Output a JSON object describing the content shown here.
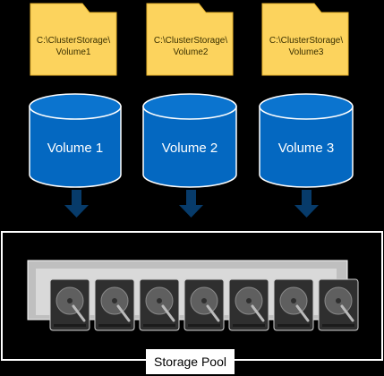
{
  "colors": {
    "folder_fill": "#fcd35d",
    "folder_stroke": "#e9b52e",
    "volume_fill": "#0468c1",
    "volume_top": "#0b74cf",
    "volume_stroke": "#ffffff",
    "arrow": "#073b6a",
    "pool_border": "#ffffff",
    "disk_body": "#2f2f2f",
    "disk_platter": "#666666",
    "bay_fill": "#d9d9d9"
  },
  "folders": [
    {
      "path_line1": "C:\\ClusterStorage\\",
      "path_line2": "Volume1"
    },
    {
      "path_line1": "C:\\ClusterStorage\\",
      "path_line2": "Volume2"
    },
    {
      "path_line1": "C:\\ClusterStorage\\",
      "path_line2": "Volume3"
    }
  ],
  "volumes": [
    {
      "label": "Volume 1"
    },
    {
      "label": "Volume 2"
    },
    {
      "label": "Volume 3"
    }
  ],
  "pool": {
    "label": "Storage Pool",
    "disk_count": 7
  }
}
